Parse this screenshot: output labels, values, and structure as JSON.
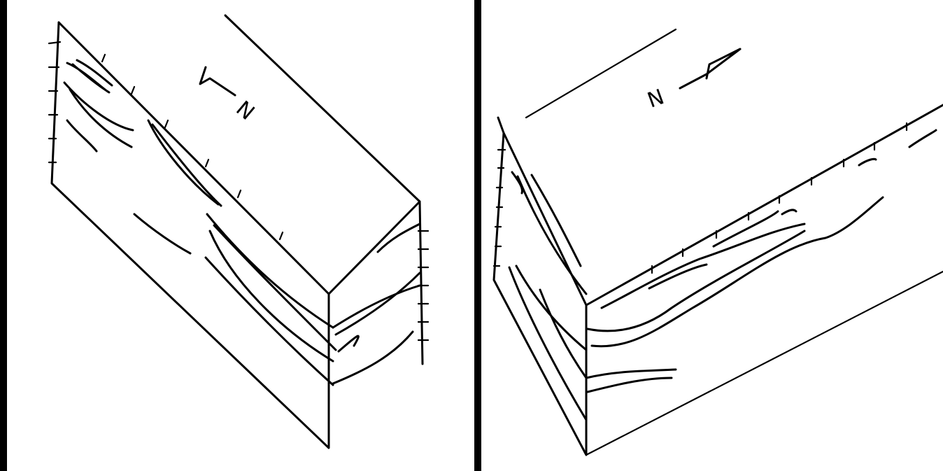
{
  "figure": {
    "panels": [
      {
        "id": "left",
        "north_label": "N"
      },
      {
        "id": "right",
        "north_label": "N"
      }
    ],
    "colors": {
      "ink": "#000000",
      "paper": "#ffffff",
      "divider": "#000000"
    }
  }
}
